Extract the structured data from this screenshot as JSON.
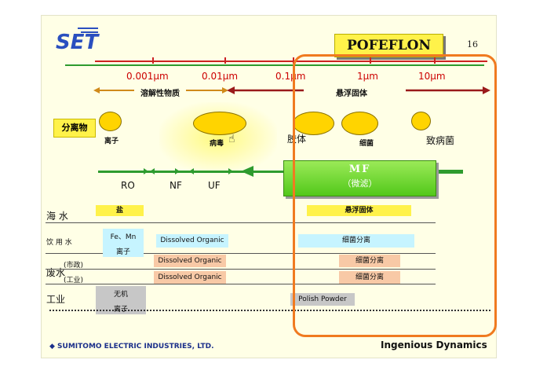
{
  "slide": {
    "title": "POFEFLON",
    "page_number": "16",
    "logo_text": "SET",
    "size_scale": [
      "0.001μm",
      "0.01μm",
      "0.1μm",
      "1μm",
      "10μm"
    ],
    "categories": {
      "dissolved": "溶解性物质",
      "suspended": "悬浮固体"
    },
    "separation_label": "分离物",
    "particles": {
      "ion": "离子",
      "virus": "病毒",
      "colloid": "胶体",
      "bacteria": "细菌",
      "pathogen": "致病菌"
    },
    "membranes": {
      "ro": "RO",
      "nf": "NF",
      "uf": "UF",
      "mf_title": "MF",
      "mf_sub": "（微滤）"
    },
    "rows": {
      "seawater": {
        "label": "海  水",
        "salt": "盐",
        "suspended": "悬浮固体"
      },
      "drinking": {
        "label": "饮 用 水",
        "fe_mn": "Fe、Mn",
        "ion": "离子",
        "organic": "Dissolved Organic",
        "bacteria": "细菌分离"
      },
      "wastewater": {
        "label": "废水",
        "municipal": "(市政)",
        "industrial": "(工业)",
        "organic_1": "Dissolved Organic",
        "organic_2": "Dissolved Organic",
        "bacteria_1": "细菌分离",
        "bacteria_2": "细菌分离"
      },
      "industry": {
        "label": "工业",
        "inorganic": "无机",
        "ion": "离子",
        "polish": "Polish Powder"
      }
    },
    "footer": {
      "company": "◆ SUMITOMO ELECTRIC INDUSTRIES, LTD.",
      "tagline": "Ingenious Dynamics"
    },
    "colors": {
      "accent_yellow": "#fff24a",
      "frame_orange": "#f07a20",
      "mf_green": "#52c81a"
    }
  }
}
